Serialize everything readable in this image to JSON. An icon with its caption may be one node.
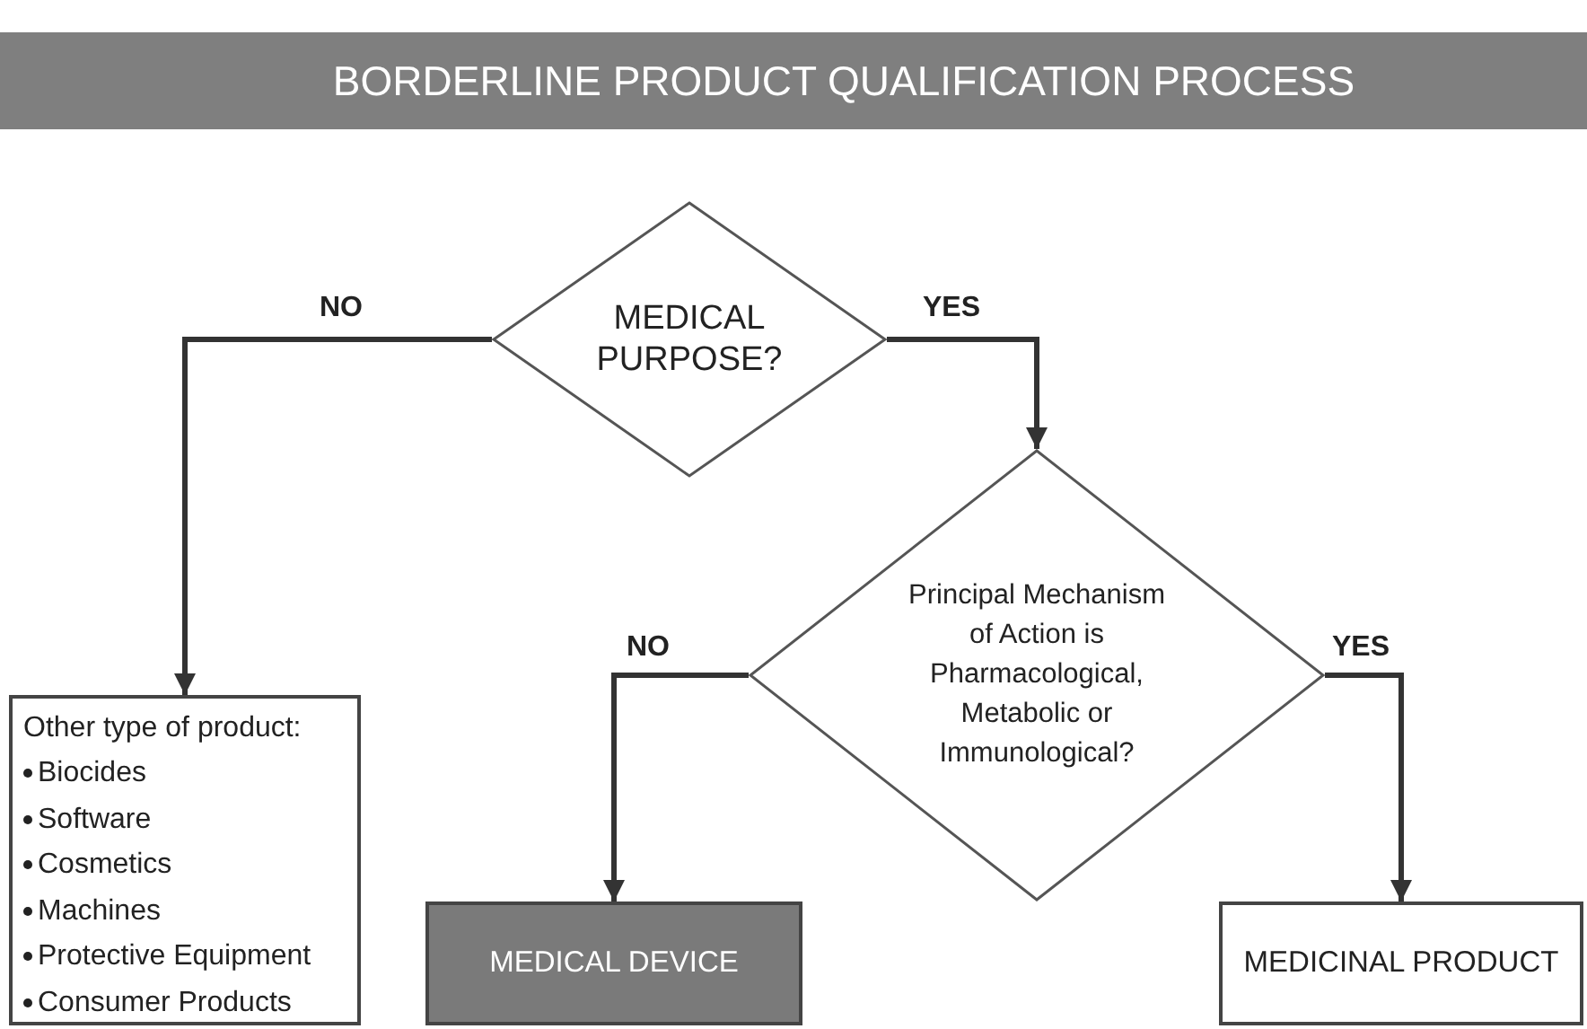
{
  "diagram": {
    "title": "BORDERLINE PRODUCT QUALIFICATION PROCESS",
    "nodes": [
      {
        "text": [
          "MEDICAL PURPOSE?"
        ]
      },
      {
        "text": [
          "Principal Mechanism of Action is Pharmacological, Metabolic or Immunological?"
        ]
      },
      {
        "text": [
          "Other type of product:",
          "Biocides",
          "Software",
          "Cosmetics",
          "Machines",
          "Protective Equipment",
          "Consumer Products"
        ]
      },
      {
        "text": [
          "MEDICAL DEVICE"
        ]
      },
      {
        "text": [
          "MEDICINAL PRODUCT"
        ]
      }
    ],
    "edges": [
      {
        "from": 0,
        "to": 2,
        "arrow": "to",
        "label": "NO"
      },
      {
        "from": 0,
        "to": 1,
        "arrow": "to",
        "label": "YES"
      },
      {
        "from": 1,
        "to": 3,
        "arrow": "to",
        "label": "NO"
      },
      {
        "from": 1,
        "to": 4,
        "arrow": "to",
        "label": "YES"
      }
    ]
  }
}
